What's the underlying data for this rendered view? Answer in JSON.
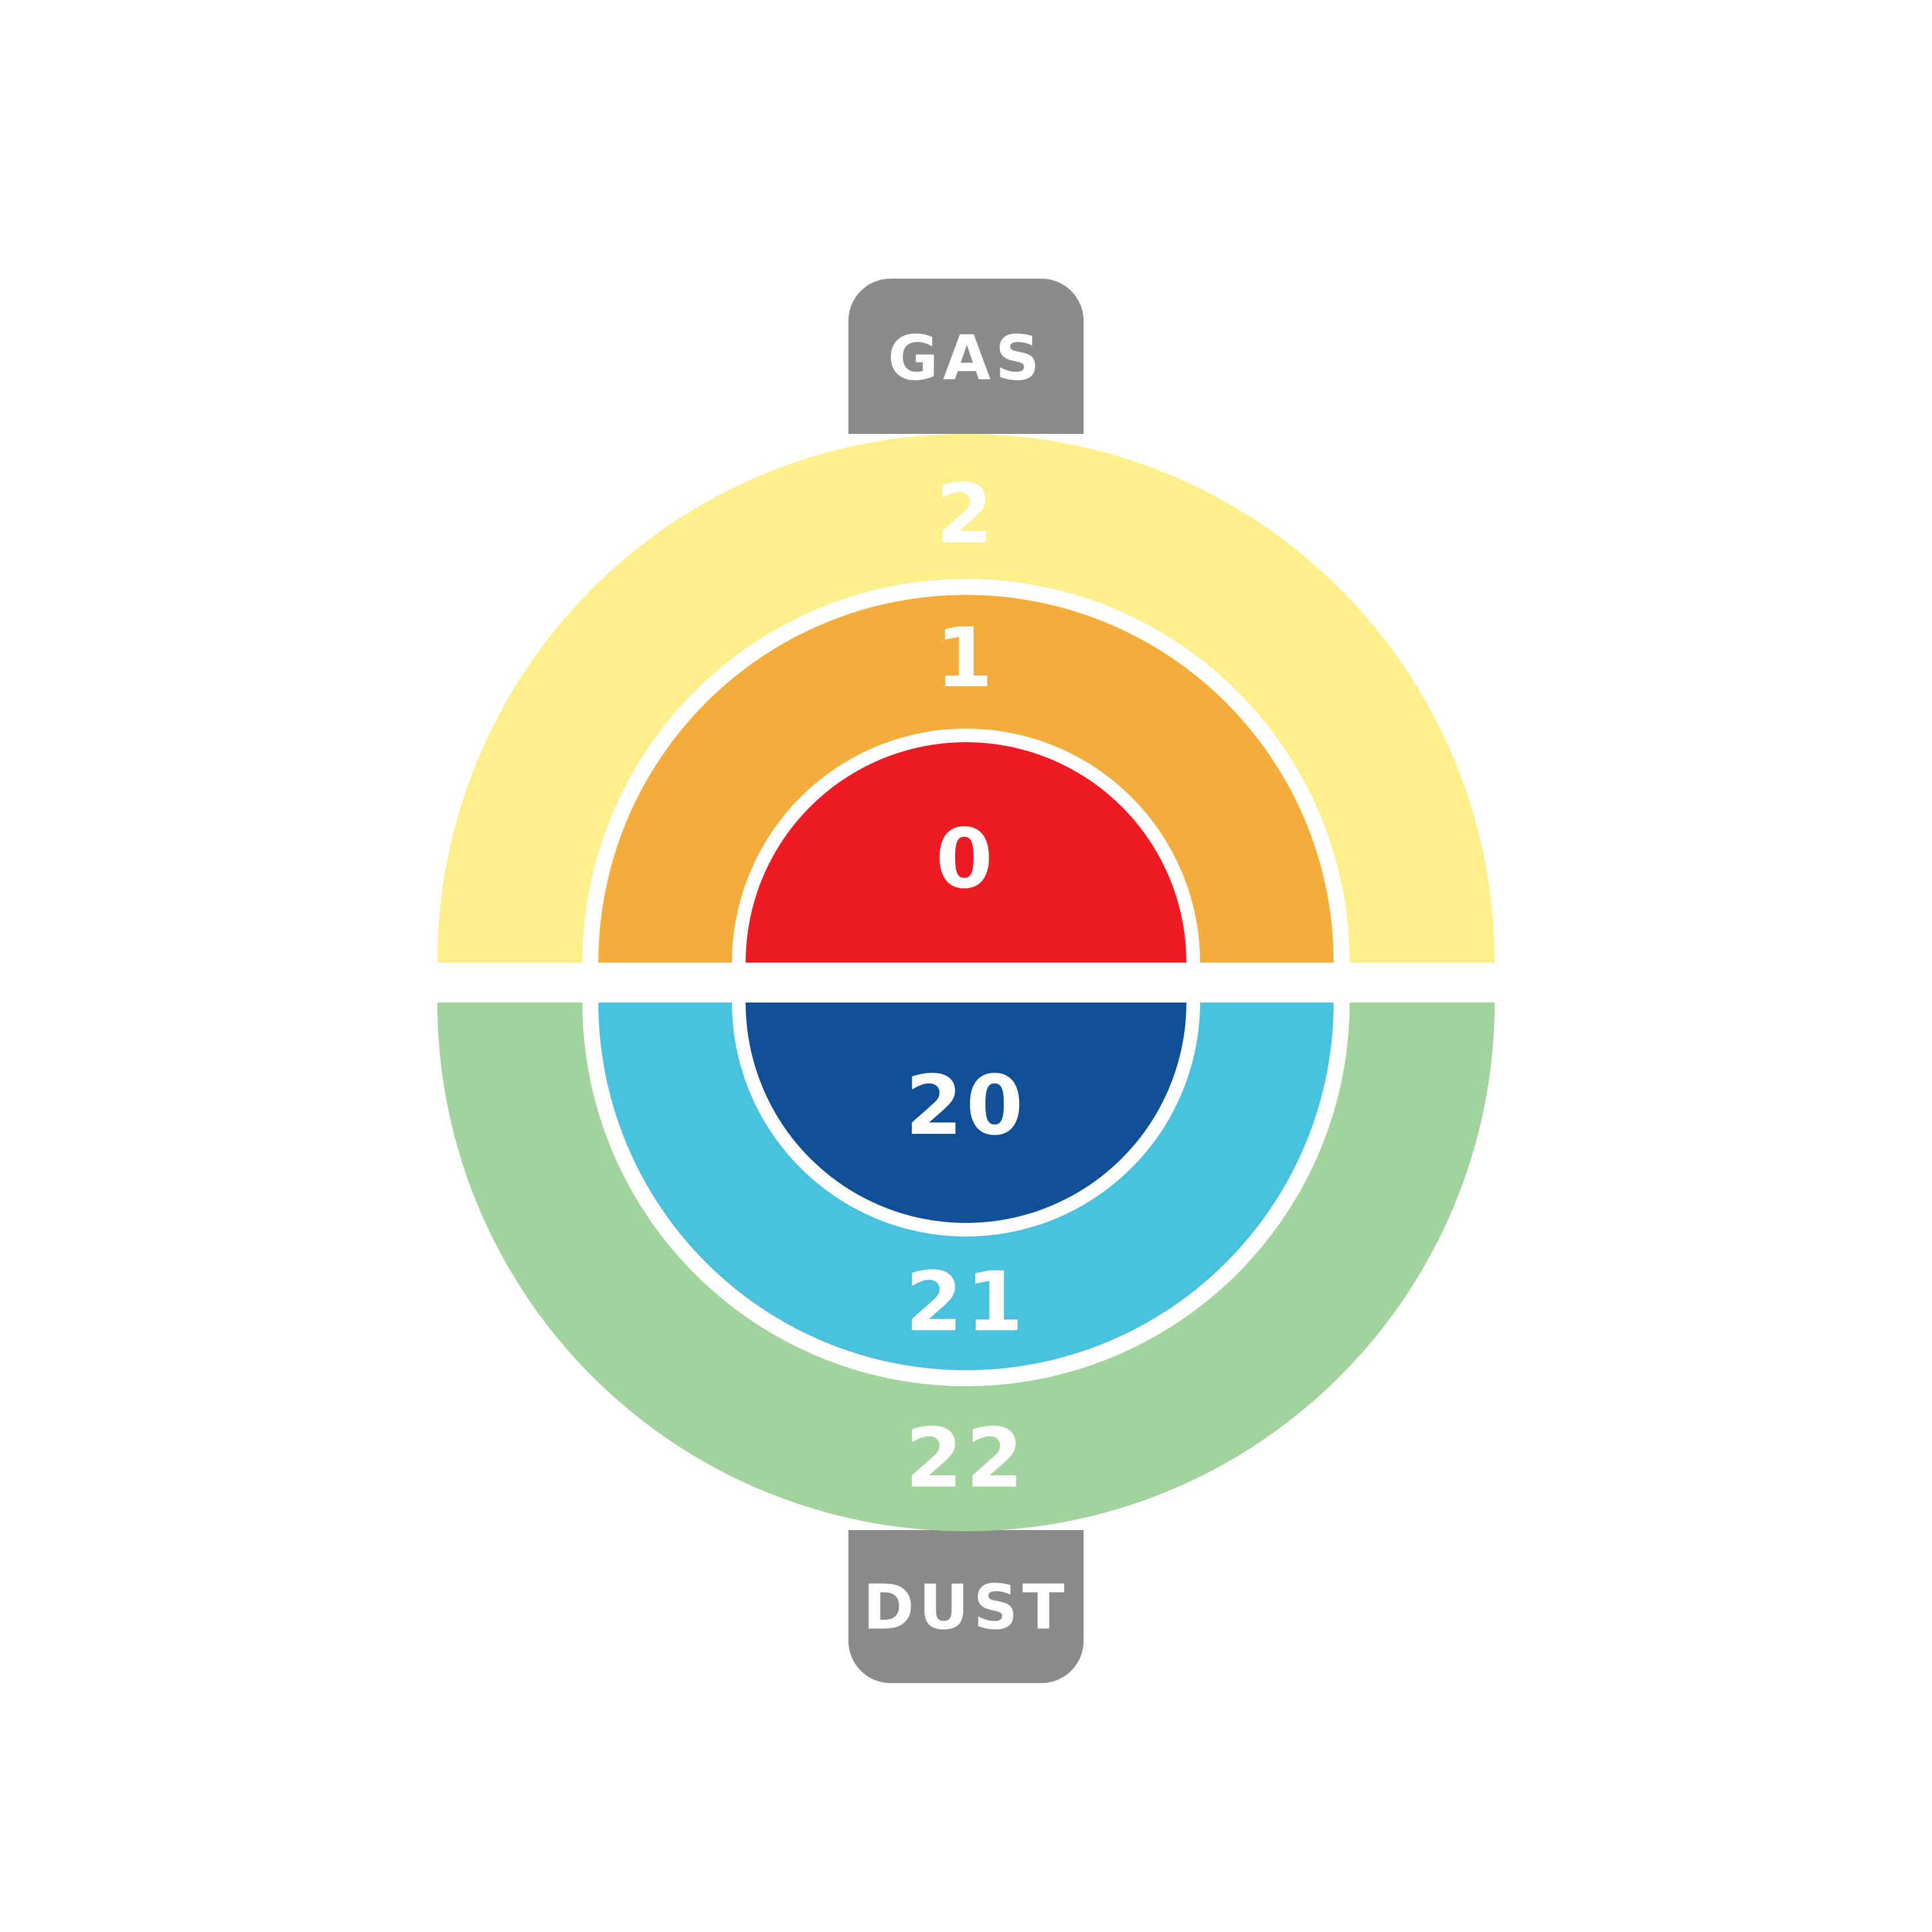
{
  "gas": {
    "tab_label": "GAS",
    "zones": [
      {
        "name": "zone-2",
        "label": "2",
        "color": "#FCEF8C"
      },
      {
        "name": "zone-1",
        "label": "1",
        "color": "#F4AD3B"
      },
      {
        "name": "zone-0",
        "label": "0",
        "color": "#ED1C24"
      }
    ]
  },
  "dust": {
    "tab_label": "DUST",
    "zones": [
      {
        "name": "zone-22",
        "label": "22",
        "color": "#A3D39C"
      },
      {
        "name": "zone-21",
        "label": "21",
        "color": "#48C0DE"
      },
      {
        "name": "zone-20",
        "label": "20",
        "color": "#0E4F98"
      }
    ]
  },
  "colors": {
    "tab": "#8A8A8A",
    "separator": "#FFFFFF",
    "label_text": "#FFFFFF",
    "background": "#FFFFFF"
  }
}
